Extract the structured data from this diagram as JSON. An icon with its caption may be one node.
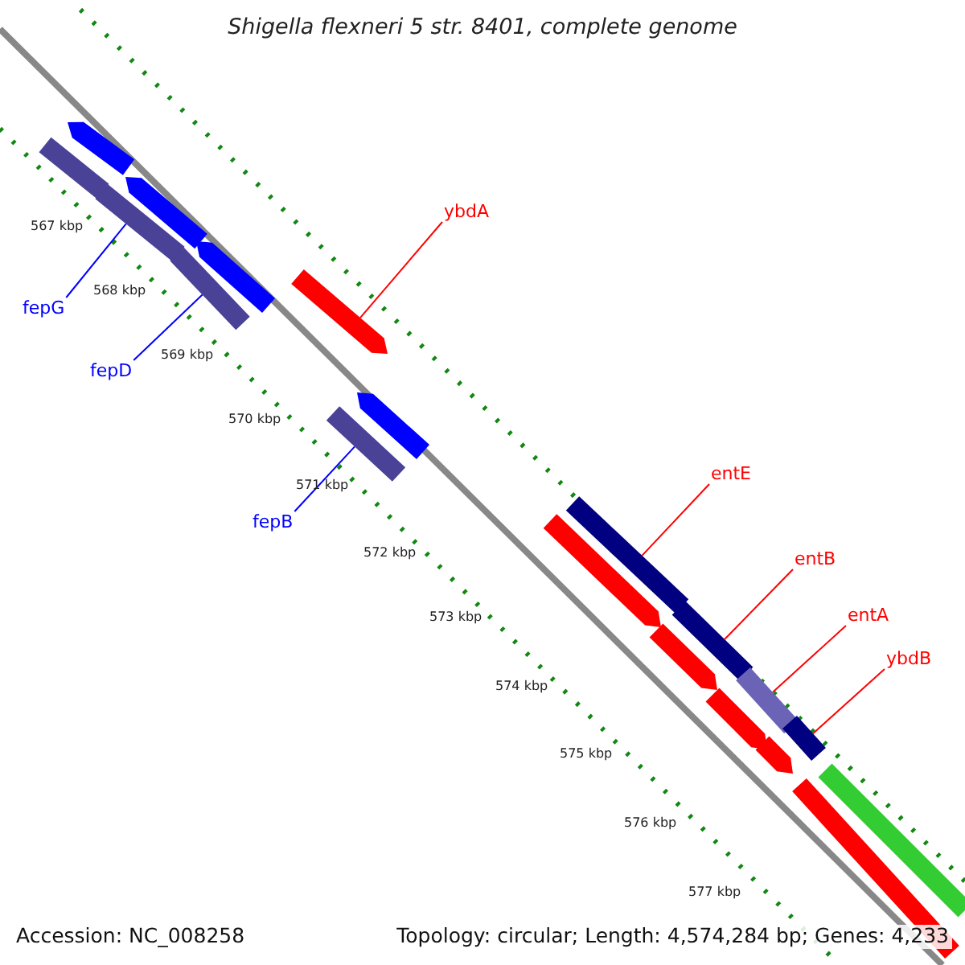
{
  "diagram": {
    "title": "Shigella flexneri 5 str. 8401, complete genome",
    "nodes": [
      {
        "text": [
          "ybdA"
        ]
      },
      {
        "text": [
          "fepG"
        ]
      },
      {
        "text": [
          "fepD"
        ]
      },
      {
        "text": [
          "fepB"
        ]
      },
      {
        "text": [
          "entE"
        ]
      },
      {
        "text": [
          "entB"
        ]
      },
      {
        "text": [
          "entA"
        ]
      },
      {
        "text": [
          "ybdB"
        ]
      },
      {
        "text": [],
        "shape": "arrow"
      },
      {
        "text": [],
        "shape": "bar"
      },
      {
        "text": [],
        "shape": "bar"
      },
      {
        "text": [],
        "shape": "bar"
      },
      {
        "text": [],
        "shape": "bar"
      },
      {
        "text": [],
        "shape": "bar"
      },
      {
        "text": [],
        "shape": "bar"
      },
      {
        "text": [],
        "shape": "bar"
      },
      {
        "text": [],
        "shape": "arrow"
      },
      {
        "text": [],
        "shape": "arrow"
      },
      {
        "text": [],
        "shape": "arrow"
      },
      {
        "text": [],
        "shape": "bar"
      },
      {
        "text": [],
        "shape": "arrow"
      },
      {
        "text": [],
        "shape": "arrow"
      },
      {
        "text": [],
        "shape": "arrow"
      },
      {
        "text": [],
        "shape": "arrow"
      },
      {
        "text": [],
        "shape": "arrow"
      },
      {
        "text": [],
        "shape": "bar"
      },
      {
        "text": [],
        "shape": "bar"
      }
    ],
    "edges": [
      {
        "from": 0,
        "to": 8,
        "arrow": "none"
      },
      {
        "from": 1,
        "to": 9,
        "arrow": "none",
        "color": "#0000ff"
      },
      {
        "from": 2,
        "to": 10,
        "arrow": "none",
        "color": "#0000ff"
      },
      {
        "from": 3,
        "to": 11,
        "arrow": "none",
        "color": "#0000ff"
      },
      {
        "from": 4,
        "to": 12,
        "arrow": "none"
      },
      {
        "from": 5,
        "to": 13,
        "arrow": "none"
      },
      {
        "from": 6,
        "to": 14,
        "arrow": "none"
      },
      {
        "from": 7,
        "to": 15,
        "arrow": "none"
      }
    ],
    "labels": [
      "567 kbp",
      "568 kbp",
      "569 kbp",
      "570 kbp",
      "571 kbp",
      "572 kbp",
      "573 kbp",
      "574 kbp",
      "575 kbp",
      "576 kbp",
      "577 kbp",
      "Accession: NC_008258",
      "Topology: circular; Length: 4,574,284 bp; Genes: 4,233"
    ]
  }
}
